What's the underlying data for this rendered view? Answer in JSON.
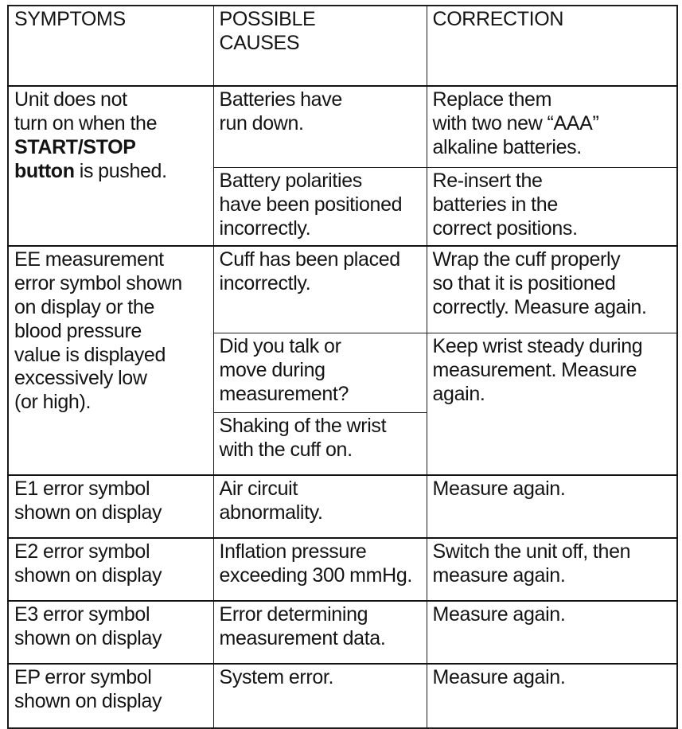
{
  "document": {
    "type": "troubleshooting-table",
    "colors": {
      "text": "#141414",
      "border": "#1b1b1b",
      "header_rule": "#000000",
      "background": "#ffffff"
    }
  },
  "table": {
    "headers": {
      "symptoms": "SYMPTOMS",
      "possible_causes_line1": "POSSIBLE",
      "possible_causes_line2": "CAUSES",
      "correction": "CORRECTION"
    },
    "rows": [
      {
        "symptom_plain_1": "Unit does not",
        "symptom_plain_2": "turn on when the",
        "symptom_bold_1": "START/STOP",
        "symptom_bold_2": "button",
        "symptom_plain_3": " is pushed.",
        "causes": [
          "Batteries have\nrun down.",
          "Battery polarities\nhave been positioned\nincorrectly."
        ],
        "corrections": [
          "Replace them\nwith two new “AAA”\nalkaline batteries.",
          "Re-insert the\nbatteries in the\ncorrect positions."
        ]
      },
      {
        "symptom": "EE measurement\nerror symbol shown\non display or the\nblood pressure\nvalue is displayed\nexcessively low\n(or high).",
        "causes": [
          "Cuff has been placed\nincorrectly.",
          "Did you talk or\nmove during\nmeasurement?",
          "Shaking of the wrist\nwith the cuff on."
        ],
        "corrections": [
          "Wrap the cuff properly\nso that it is positioned\ncorrectly. Measure again.",
          "Keep wrist steady during\nmeasurement. Measure\nagain."
        ]
      },
      {
        "symptom": "E1 error symbol\nshown on display",
        "cause": "Air circuit\nabnormality.",
        "correction": "Measure again."
      },
      {
        "symptom": "E2 error symbol\nshown on display",
        "cause": "Inflation pressure\nexceeding 300 mmHg.",
        "correction": "Switch the unit off, then\nmeasure again."
      },
      {
        "symptom": "E3 error symbol\nshown on display",
        "cause": "Error determining\nmeasurement data.",
        "correction": "Measure again."
      },
      {
        "symptom": "EP error symbol\nshown on display",
        "cause": "System error.",
        "correction": "Measure again."
      }
    ]
  }
}
